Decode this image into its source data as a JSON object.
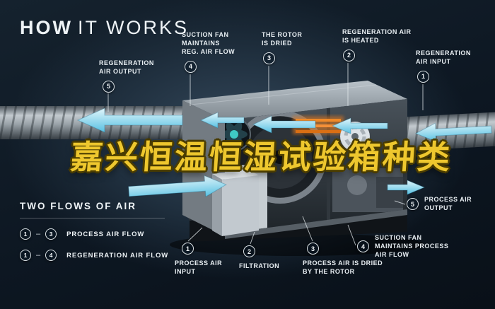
{
  "title": {
    "word1": "HOW",
    "word2": "IT WORKS"
  },
  "watermark": {
    "text": "嘉兴恒温恒湿试验箱种类"
  },
  "callouts": {
    "regen_output": {
      "number": "5",
      "label": "REGENERATION\nAIR OUTPUT"
    },
    "suction_fan_regen": {
      "number": "4",
      "label": "SUCTION FAN\nMAINTAINS\nREG. AIR FLOW"
    },
    "rotor_dried": {
      "number": "3",
      "label": "THE ROTOR\nIS DRIED"
    },
    "regen_heated": {
      "number": "2",
      "label": "REGENERATION AIR\nIS HEATED"
    },
    "regen_input": {
      "number": "1",
      "label": "REGENERATION\nAIR INPUT"
    },
    "process_output": {
      "number": "5",
      "label": "PROCESS AIR\nOUTPUT"
    },
    "suction_fan_process": {
      "number": "4",
      "label": "SUCTION FAN\nMAINTAINS PROCESS\nAIR FLOW"
    },
    "process_input": {
      "number": "1",
      "label": "PROCESS AIR\nINPUT"
    },
    "filtration": {
      "number": "2",
      "label": "FILTRATION"
    },
    "process_dried": {
      "number": "3",
      "label": "PROCESS AIR IS DRIED\nBY THE ROTOR"
    }
  },
  "legend": {
    "heading": "TWO FLOWS OF AIR",
    "separator": "–",
    "rows": [
      {
        "from": "1",
        "to": "3",
        "label": "PROCESS AIR FLOW"
      },
      {
        "from": "1",
        "to": "4",
        "label": "REGENERATION AIR FLOW"
      }
    ]
  },
  "colors": {
    "background": "#101c28",
    "flow_accent": "#7fcfe8",
    "heater": "#e67a1e",
    "watermark": "#eec72e"
  }
}
